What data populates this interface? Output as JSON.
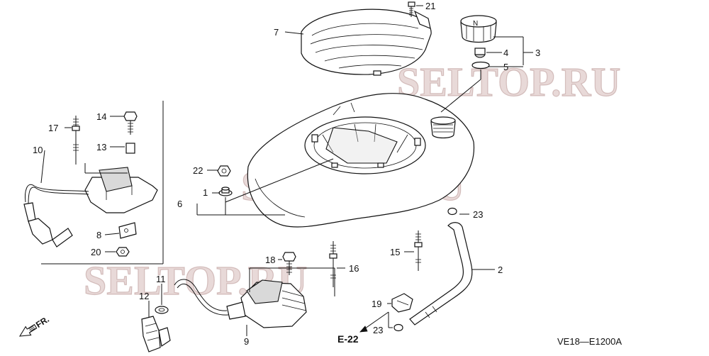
{
  "callouts": [
    {
      "id": "c1",
      "label": "1"
    },
    {
      "id": "c2",
      "label": "2"
    },
    {
      "id": "c3",
      "label": "3"
    },
    {
      "id": "c4",
      "label": "4"
    },
    {
      "id": "c5",
      "label": "5"
    },
    {
      "id": "c6",
      "label": "6"
    },
    {
      "id": "c7",
      "label": "7"
    },
    {
      "id": "c8",
      "label": "8"
    },
    {
      "id": "c9",
      "label": "9"
    },
    {
      "id": "c10",
      "label": "10"
    },
    {
      "id": "c11",
      "label": "11"
    },
    {
      "id": "c12",
      "label": "12"
    },
    {
      "id": "c13",
      "label": "13"
    },
    {
      "id": "c14",
      "label": "14"
    },
    {
      "id": "c15",
      "label": "15"
    },
    {
      "id": "c16",
      "label": "16"
    },
    {
      "id": "c17",
      "label": "17"
    },
    {
      "id": "c18",
      "label": "18"
    },
    {
      "id": "c19",
      "label": "19"
    },
    {
      "id": "c20",
      "label": "20"
    },
    {
      "id": "c21",
      "label": "21"
    },
    {
      "id": "c22",
      "label": "22"
    },
    {
      "id": "c23a",
      "label": "23"
    },
    {
      "id": "c23b",
      "label": "23"
    }
  ],
  "reference": {
    "section": "E-22",
    "diagram_code": "VE18—E1200A",
    "front_marker": "FR."
  },
  "watermark": {
    "text": "SELTOP.RU",
    "color": "#b98a87"
  }
}
